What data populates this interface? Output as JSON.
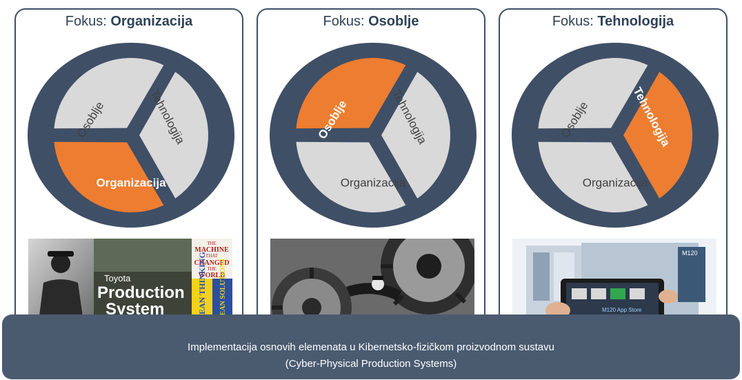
{
  "panels": [
    {
      "prefix": "Fokus: ",
      "focus": "Organizacija",
      "highlight": "organizacija"
    },
    {
      "prefix": "Fokus: ",
      "focus": "Osoblje",
      "highlight": "osoblje"
    },
    {
      "prefix": "Fokus: ",
      "focus": "Tehnologija",
      "highlight": "tehnologija"
    }
  ],
  "segments": {
    "osoblje": "Osoblje",
    "tehnologija": "Tehnologija",
    "organizacija": "Organizacija"
  },
  "photos": {
    "toyota_brand": "Toyota",
    "toyota_line1": "Production",
    "toyota_line2": "System",
    "book_title": [
      "THE",
      "MACHINE",
      "THAT",
      "CHANGED",
      "THE",
      "WORLD"
    ],
    "lean_thinking": "LEAN THINKING",
    "lean_solutions": "LEAN SOLUTIONS",
    "machine_label": "M120",
    "app_store_label": "M120 App Store"
  },
  "footer": {
    "line1": "Implementacija osnovih elemenata u  Kibernetsko-fizičkom  proizvodnom  sustavu",
    "line2": "(Cyber-Physical Production Systems)"
  },
  "colors": {
    "ring": "#3f4f66",
    "segment": "#d9d9d9",
    "highlight": "#ed7d31",
    "label": "#404040",
    "bar": "#4a5b70"
  }
}
